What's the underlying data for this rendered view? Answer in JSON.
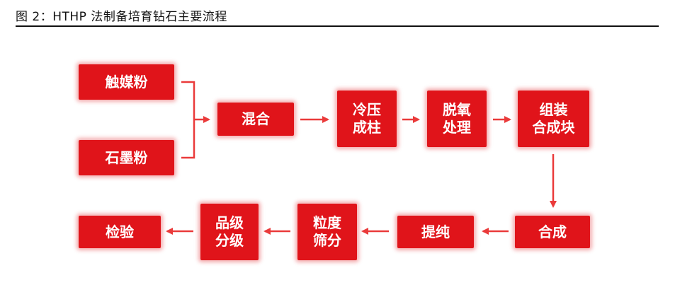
{
  "figure": {
    "title": "图 2：HTHP 法制备培育钻石主要流程"
  },
  "nodes": {
    "catalyst": "触媒粉",
    "graphite": "石墨粉",
    "mix": "混合",
    "press_line1": "冷压",
    "press_line2": "成柱",
    "deox_line1": "脱氧",
    "deox_line2": "处理",
    "assemble_line1": "组装",
    "assemble_line2": "合成块",
    "synth": "合成",
    "purify": "提纯",
    "sieve_line1": "粒度",
    "sieve_line2": "筛分",
    "grade_line1": "品级",
    "grade_line2": "分级",
    "inspect": "检验"
  },
  "colors": {
    "node_fill": "#e0141a",
    "arrow": "#ea3a3a",
    "title_rule": "#111111"
  }
}
